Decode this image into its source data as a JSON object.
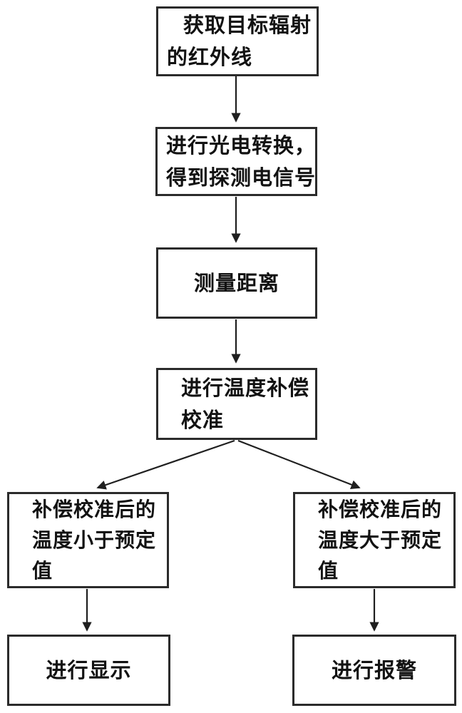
{
  "figure": {
    "type": "flowchart",
    "background_color": "#ffffff",
    "box_fill_color": "#ffffff",
    "box_border_color": "#2b2b2b",
    "line_color": "#1f1f1f",
    "text_color": "#121212"
  },
  "nodes": [
    {
      "id": "acquire-infrared",
      "lines": [
        "获取目标辐射",
        "的红外线"
      ]
    },
    {
      "id": "photoelectric-conversion",
      "lines": [
        "进行光电转换，",
        "得到探测电信号"
      ]
    },
    {
      "id": "measure-distance",
      "lines": [
        "测量距离"
      ]
    },
    {
      "id": "temperature-compensation",
      "lines": [
        "进行温度补偿",
        "校准"
      ]
    },
    {
      "id": "temp-below-threshold",
      "lines": [
        "补偿校准后的",
        "温度小于预定",
        "值"
      ]
    },
    {
      "id": "temp-above-threshold",
      "lines": [
        "补偿校准后的",
        "温度大于预定",
        "值"
      ]
    },
    {
      "id": "perform-display",
      "lines": [
        "进行显示"
      ]
    },
    {
      "id": "perform-alarm",
      "lines": [
        "进行报警"
      ]
    }
  ],
  "edges": [
    {
      "from": "acquire-infrared",
      "to": "photoelectric-conversion"
    },
    {
      "from": "photoelectric-conversion",
      "to": "measure-distance"
    },
    {
      "from": "measure-distance",
      "to": "temperature-compensation"
    },
    {
      "from": "temperature-compensation",
      "to": "temp-below-threshold"
    },
    {
      "from": "temperature-compensation",
      "to": "temp-above-threshold"
    },
    {
      "from": "temp-below-threshold",
      "to": "perform-display"
    },
    {
      "from": "temp-above-threshold",
      "to": "perform-alarm"
    }
  ]
}
